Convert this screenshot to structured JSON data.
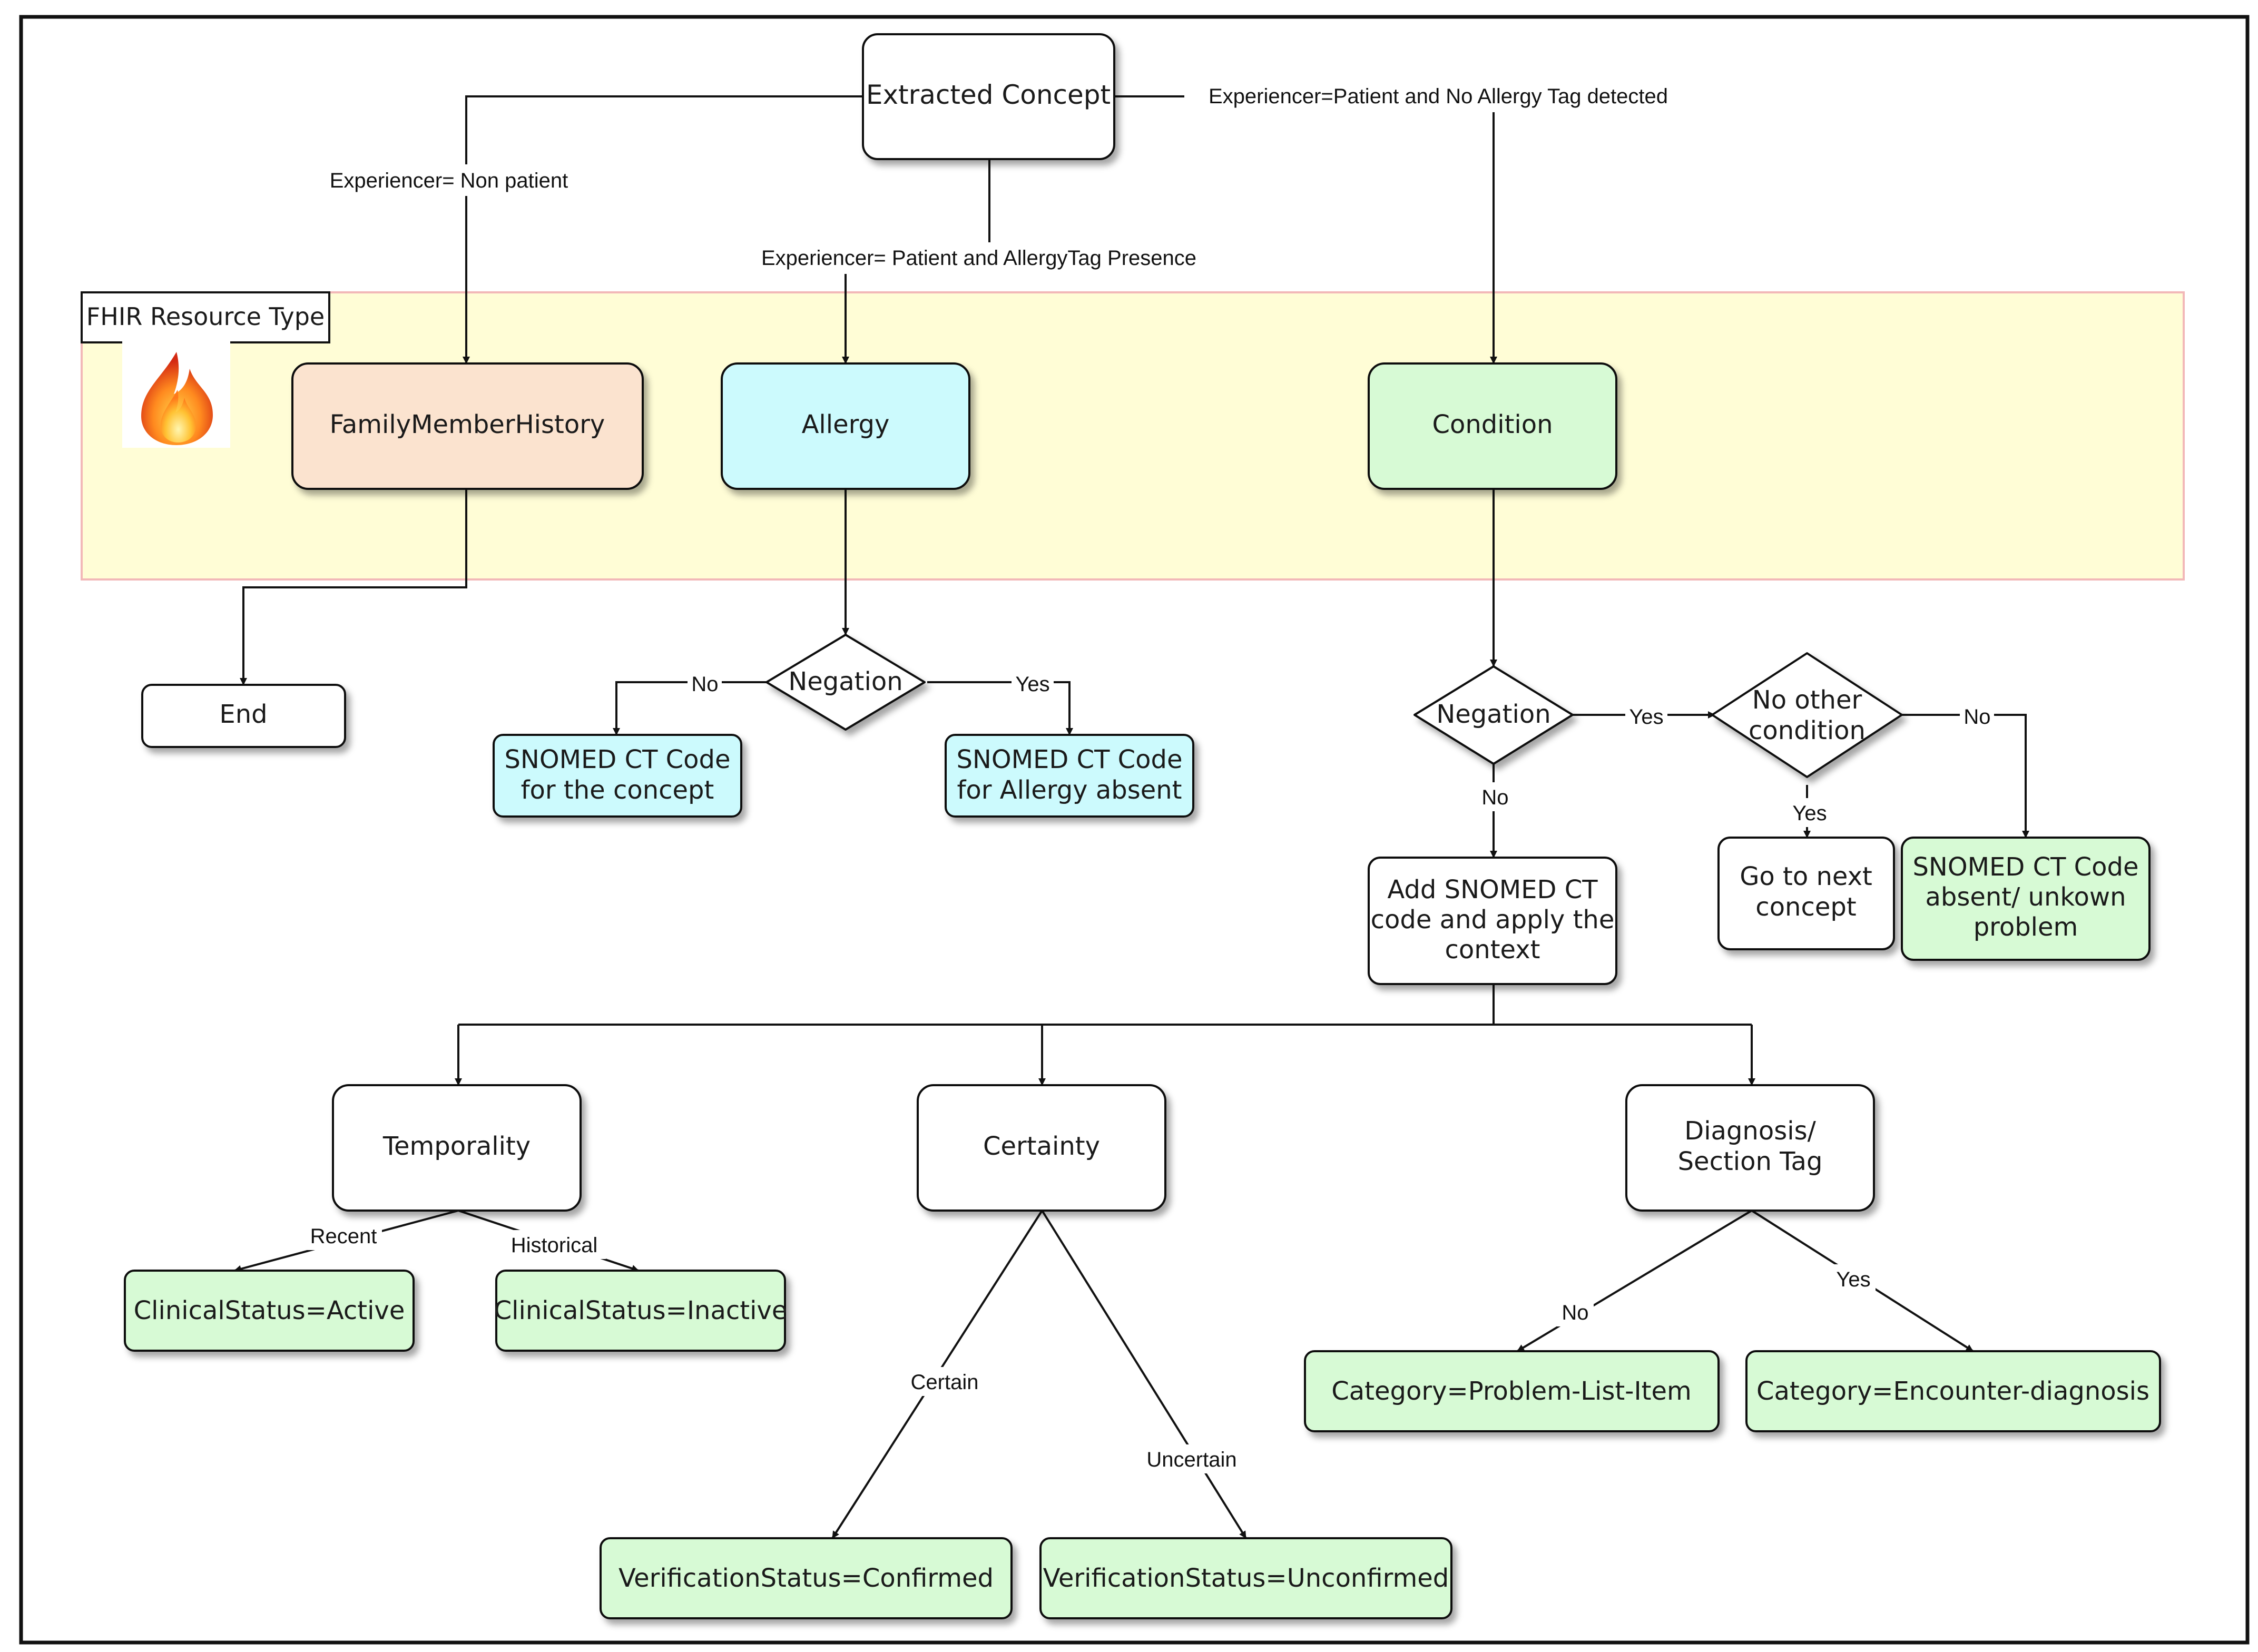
{
  "diagram": {
    "nodes": {
      "extracted": {
        "label": "Extracted Concept"
      },
      "fhir_label": {
        "label": "FHIR Resource Type"
      },
      "family": {
        "label": "FamilyMemberHistory"
      },
      "allergy": {
        "label": "Allergy"
      },
      "condition": {
        "label": "Condition"
      },
      "end": {
        "label": "End"
      },
      "neg1": {
        "label": "Negation"
      },
      "snomed_concept": {
        "lines": [
          "SNOMED CT Code",
          "for the concept"
        ]
      },
      "snomed_allergy_absent": {
        "lines": [
          "SNOMED CT Code",
          "for Allergy absent"
        ]
      },
      "neg2": {
        "label": "Negation"
      },
      "no_other": {
        "lines": [
          "No other",
          "condition"
        ]
      },
      "add_snomed": {
        "lines": [
          "Add SNOMED CT",
          "code and apply the",
          "context"
        ]
      },
      "go_next": {
        "lines": [
          "Go to next",
          "concept"
        ]
      },
      "snomed_absent": {
        "lines": [
          "SNOMED CT Code",
          "absent/ unkown",
          "problem"
        ]
      },
      "temporality": {
        "label": "Temporality"
      },
      "certainty": {
        "label": "Certainty"
      },
      "diagnosis": {
        "lines": [
          "Diagnosis/",
          "Section Tag"
        ]
      },
      "active": {
        "label": "ClinicalStatus=Active"
      },
      "inactive": {
        "label": "ClinicalStatus=Inactive"
      },
      "confirmed": {
        "label": "VerificationStatus=Confirmed"
      },
      "unconfirmed": {
        "label": "VerificationStatus=Unconfirmed"
      },
      "problem_list": {
        "label": "Category=Problem-List-Item"
      },
      "encounter": {
        "label": "Category=Encounter-diagnosis"
      }
    },
    "edge_labels": {
      "non_patient": "Experiencer= Non patient",
      "allergy_tag": "Experiencer= Patient and AllergyTag  Presence",
      "no_allergy_tag": "Experiencer=Patient and  No Allergy Tag detected",
      "neg1_no": "No",
      "neg1_yes": "Yes",
      "neg2_no": "No",
      "neg2_yes": "Yes",
      "no_other_yes": "Yes",
      "no_other_no": "No",
      "recent": "Recent",
      "historical": "Historical",
      "certain": "Certain",
      "uncertain": "Uncertain",
      "diag_no": "No",
      "diag_yes": "Yes"
    },
    "colors": {
      "band_fill": "#fffdd6",
      "band_stroke": "#f2b8b8",
      "family_fill": "#fbe3cf",
      "allergy_fill": "#ccfafd",
      "green_fill": "#d7fad5",
      "white_fill": "#ffffff",
      "stroke": "#1a1a1a"
    }
  }
}
